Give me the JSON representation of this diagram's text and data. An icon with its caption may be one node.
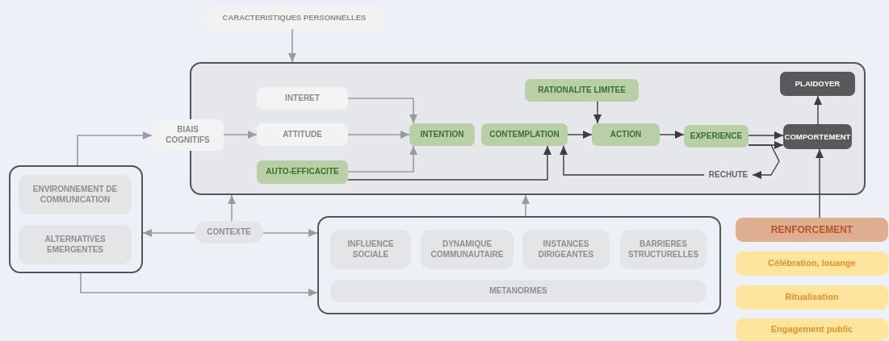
{
  "diagram": {
    "nodes": [
      {
        "text": [
          "CARACTERISTIQUES PERSONNELLES"
        ]
      },
      {
        "text": [
          "BIAIS COGNITIFS"
        ]
      },
      {
        "text": [],
        "shape": "box"
      },
      {
        "text": [
          "INTERET"
        ],
        "in": 2
      },
      {
        "text": [
          "ATTITUDE"
        ],
        "in": 2
      },
      {
        "text": [
          "AUTO-EFFICACITE"
        ],
        "in": 2
      },
      {
        "text": [
          "INTENTION"
        ],
        "in": 2
      },
      {
        "text": [
          "RATIONALITE LIMITEE"
        ],
        "in": 2
      },
      {
        "text": [
          "CONTEMPLATION"
        ],
        "in": 2
      },
      {
        "text": [
          "ACTION"
        ],
        "in": 2
      },
      {
        "text": [
          "EXPERIENCE"
        ],
        "in": 2
      },
      {
        "text": [
          "RECHUTE"
        ],
        "in": 2
      },
      {
        "text": [
          "PLAIDOYER"
        ],
        "in": 2
      },
      {
        "text": [
          "COMPORTEMENT"
        ],
        "in": 2
      },
      {
        "text": [],
        "shape": "box"
      },
      {
        "text": [
          "ENVIRONNEMENT DE COMMUNICATION"
        ],
        "in": 14
      },
      {
        "text": [
          "ALTERNATIVES EMERGENTES"
        ],
        "in": 14
      },
      {
        "text": [
          "CONTEXTE"
        ]
      },
      {
        "text": [],
        "shape": "box"
      },
      {
        "text": [
          "INFLUENCE SOCIALE"
        ],
        "in": 18
      },
      {
        "text": [
          "DYNAMIQUE COMMUNAUTAIRE"
        ],
        "in": 18
      },
      {
        "text": [
          "INSTANCES DIRIGEANTES"
        ],
        "in": 18
      },
      {
        "text": [
          "BARRIERES STRUCTURELLES"
        ],
        "in": 18
      },
      {
        "text": [
          "METANORMES"
        ],
        "in": 18
      },
      {
        "text": [
          "RENFORCEMENT"
        ]
      },
      {
        "text": [
          "Célébration, louange"
        ]
      },
      {
        "text": [
          "Ritualisation"
        ]
      },
      {
        "text": [
          "Engagement public"
        ]
      }
    ],
    "edges": [
      {
        "from": 0,
        "to": 2,
        "arrow": "to"
      },
      {
        "from": 14,
        "to": 1,
        "arrow": "to"
      },
      {
        "from": 1,
        "to": 4,
        "arrow": "to"
      },
      {
        "from": 3,
        "to": 6,
        "arrow": "to"
      },
      {
        "from": 4,
        "to": 6,
        "arrow": "to"
      },
      {
        "from": 5,
        "to": 6,
        "arrow": "to"
      },
      {
        "from": 5,
        "to": 8,
        "arrow": "to",
        "color": "#3d3d3d"
      },
      {
        "from": 7,
        "to": 9,
        "arrow": "to",
        "color": "#3d3d3d"
      },
      {
        "from": 8,
        "to": 9,
        "arrow": "to",
        "color": "#3d3d3d"
      },
      {
        "from": 9,
        "to": 10,
        "arrow": "to",
        "color": "#3d3d3d"
      },
      {
        "from": 10,
        "to": 13,
        "arrow": "to",
        "color": "#3d3d3d"
      },
      {
        "from": 10,
        "to": 13,
        "arrow": "to",
        "color": "#3d3d3d"
      },
      {
        "from": 10,
        "to": 11,
        "arrow": "to",
        "color": "#3d3d3d"
      },
      {
        "from": 11,
        "to": 8,
        "arrow": "to",
        "color": "#3d3d3d"
      },
      {
        "from": 13,
        "to": 12,
        "arrow": "to",
        "color": "#3d3d3d"
      },
      {
        "from": 24,
        "to": 13,
        "arrow": "to",
        "color": "#3d3d3d"
      },
      {
        "from": 17,
        "to": 2,
        "arrow": "to"
      },
      {
        "from": 17,
        "to": 14,
        "arrow": "to"
      },
      {
        "from": 17,
        "to": 18,
        "arrow": "to"
      },
      {
        "from": 14,
        "to": 18,
        "arrow": "to"
      },
      {
        "from": 18,
        "to": 2,
        "arrow": "to"
      }
    ]
  }
}
